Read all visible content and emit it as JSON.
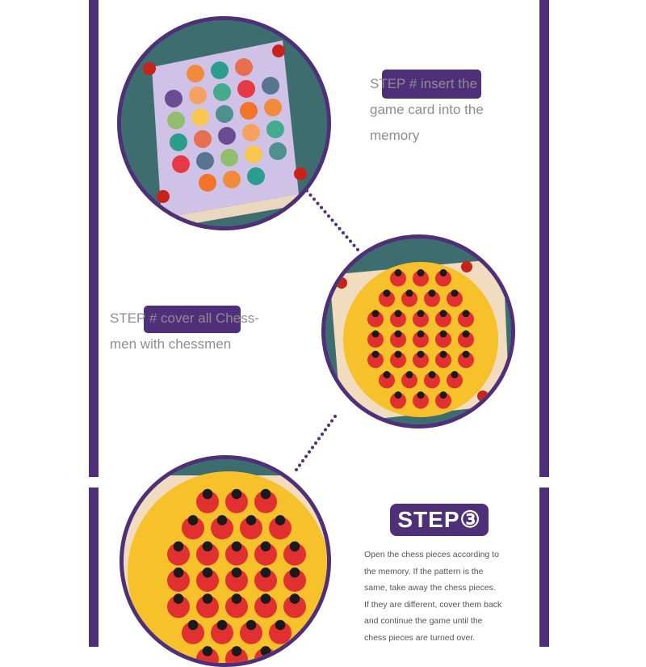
{
  "step1": {
    "text_prefix": "STEP #",
    "text_rest": " insert the",
    "line2": "game card into the",
    "line3": "memory"
  },
  "step2": {
    "text_prefix": "STEP #",
    "text_rest": " cover all Chess-",
    "line2": "men with chessmen"
  },
  "step3": {
    "badge": "STEP③",
    "description": [
      "Open the chess pieces according to",
      "the memory. If the pattern is the",
      "same, take away the chess pieces.",
      "If they are different, cover them back",
      "and continue the game until the",
      "chess pieces are turned over."
    ]
  },
  "colors": {
    "frame": "#4f2f78",
    "board_card": "#cfc2e6",
    "board_yellow": "#f7c12c",
    "ladybug": "#e0302f"
  },
  "icons": [
    "game-card-photo-icon",
    "ladybug-board-photo-icon",
    "dotted-connector-icon"
  ]
}
